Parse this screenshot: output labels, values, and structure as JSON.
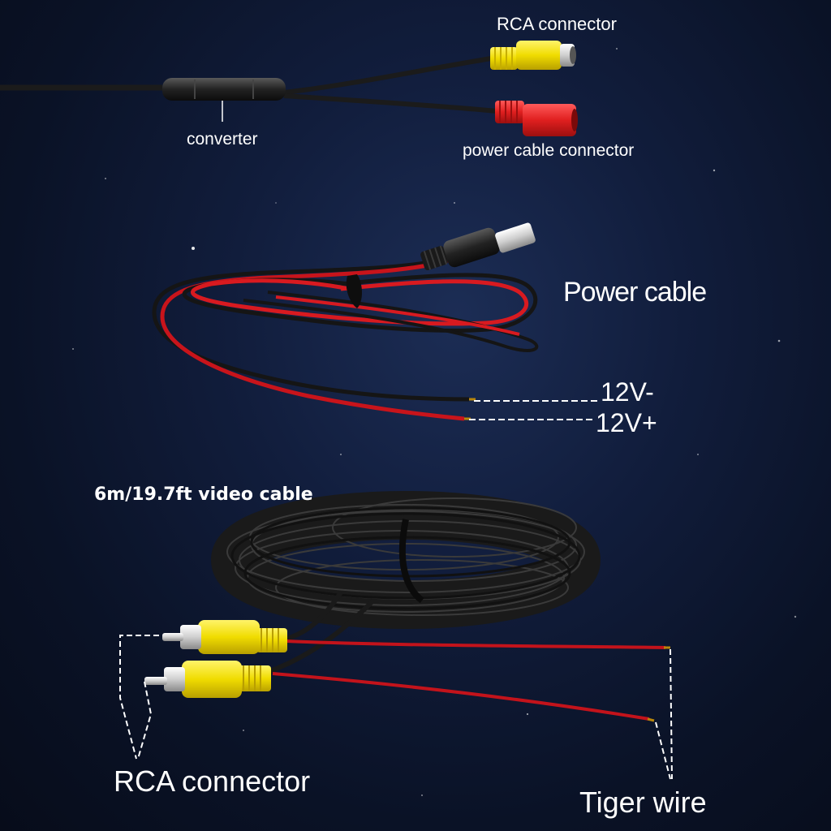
{
  "labels": {
    "rca_connector_top": "RCA connector",
    "converter": "converter",
    "power_cable_connector": "power cable connector",
    "power_cable": "Power cable",
    "negative_terminal": "12V-",
    "positive_terminal": "12V+",
    "video_cable": "6m/19.7ft video cable",
    "rca_connector_bottom": "RCA connector",
    "tiger_wire": "Tiger wire"
  },
  "colors": {
    "background": "#0b1224",
    "cable_black": "#1a1a1a",
    "wire_red": "#d11a1a",
    "rca_yellow": "#f3e000",
    "connector_red": "#e01f1f",
    "label_text": "#ffffff"
  }
}
